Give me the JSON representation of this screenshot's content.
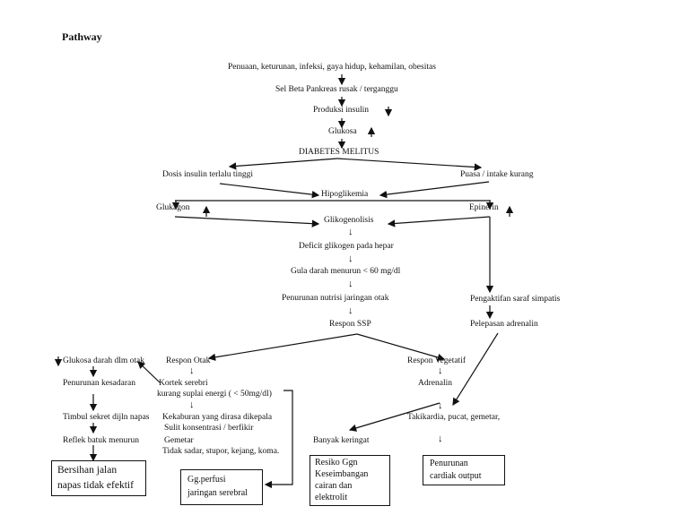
{
  "title": "Pathway",
  "nodes": {
    "causes": "Penuaan, keturunan, infeksi, gaya hidup, kehamilan, obesitas",
    "beta_cells": "Sel Beta Pankreas rusak / terganggu",
    "insulin_production": "Produksi insulin",
    "glucose": "Glukosa",
    "dm": "DIABETES MELITUS",
    "insulin_dose": "Dosis insulin terlalu tinggi",
    "fasting": "Puasa / intake kurang",
    "hypoglycemia": "Hipoglikemia",
    "glucagon": "Glukagon",
    "epinephrine": "Epinerin",
    "glycogenolysis": "Glikogenolisis",
    "glycogen_deficit": "Deficit glikogen pada hepar",
    "blood_sugar_drop": "Gula darah menurun < 60 mg/dl",
    "brain_nutrition_drop": "Penurunan nutrisi jaringan otak",
    "cns_response": "Respon SSP",
    "sympathetic_activation": "Pengaktifan saraf simpatis",
    "adrenaline_release": "Pelepasan adrenalin",
    "brain_glucose": "Glukosa darah dlm otak",
    "brain_response": "Respon Otak",
    "vegetative_response": "Respon Vegetatif",
    "consciousness_drop": "Penurunan  kesadaran",
    "cerebral_cortex": "Kortek serebri",
    "energy_supply": "kurang suplai energi ( < 50mg/dl)",
    "adrenalin": "Adrenalin",
    "secretion": "Timbul sekret dijln napas",
    "symptoms": [
      "Kekaburan yang dirasa dikepala",
      "Sulit konsentrasi / berfikir",
      "Gemetar",
      "Tidak sadar, stupor, kejang, koma."
    ],
    "cough_reflex": "Reflek batuk menurun",
    "tachycardia": "Takikardia, pucat, gemetar,",
    "sweating": "Banyak keringat"
  },
  "diagnoses": {
    "airway": [
      "Bersihan jalan",
      "napas tidak efektif"
    ],
    "perfusion": [
      "Gg.perfusi",
      "jaringan serebral"
    ],
    "fluid": [
      "Resiko Ggn",
      "Keseimbangan",
      "cairan dan",
      "elektrolit"
    ],
    "cardiac": [
      "Penurunan",
      "cardiak output"
    ]
  },
  "glyphs": {
    "thin_down_arrow": "↓"
  }
}
